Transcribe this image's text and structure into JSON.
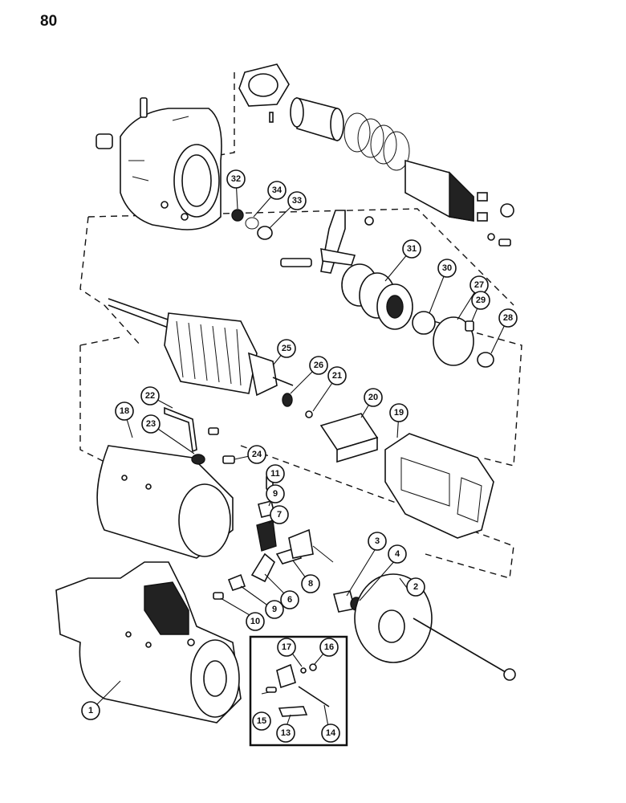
{
  "page": {
    "number": "80"
  },
  "callouts": [
    {
      "id": "c1",
      "label": "1"
    },
    {
      "id": "c2",
      "label": "2"
    },
    {
      "id": "c3",
      "label": "3"
    },
    {
      "id": "c4",
      "label": "4"
    },
    {
      "id": "c6",
      "label": "6"
    },
    {
      "id": "c7",
      "label": "7"
    },
    {
      "id": "c8",
      "label": "8"
    },
    {
      "id": "c9a",
      "label": "9"
    },
    {
      "id": "c9b",
      "label": "9"
    },
    {
      "id": "c10",
      "label": "10"
    },
    {
      "id": "c11",
      "label": "11"
    },
    {
      "id": "c13",
      "label": "13"
    },
    {
      "id": "c14",
      "label": "14"
    },
    {
      "id": "c15",
      "label": "15"
    },
    {
      "id": "c16",
      "label": "16"
    },
    {
      "id": "c17",
      "label": "17"
    },
    {
      "id": "c18",
      "label": "18"
    },
    {
      "id": "c19",
      "label": "19"
    },
    {
      "id": "c20",
      "label": "20"
    },
    {
      "id": "c21",
      "label": "21"
    },
    {
      "id": "c22",
      "label": "22"
    },
    {
      "id": "c23",
      "label": "23"
    },
    {
      "id": "c24",
      "label": "24"
    },
    {
      "id": "c25",
      "label": "25"
    },
    {
      "id": "c26",
      "label": "26"
    },
    {
      "id": "c27",
      "label": "27"
    },
    {
      "id": "c28",
      "label": "28"
    },
    {
      "id": "c29",
      "label": "29"
    },
    {
      "id": "c30",
      "label": "30"
    },
    {
      "id": "c31",
      "label": "31"
    },
    {
      "id": "c32",
      "label": "32"
    },
    {
      "id": "c33",
      "label": "33"
    },
    {
      "id": "c34",
      "label": "34"
    }
  ]
}
